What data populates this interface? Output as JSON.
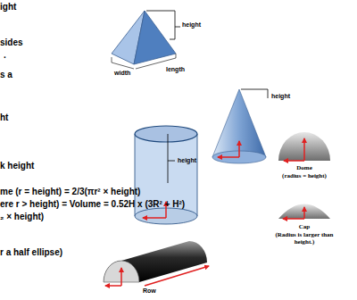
{
  "diagram": {
    "labels": [
      "ight",
      "height",
      "sides",
      ".",
      "width",
      "length",
      "s a",
      "height",
      "ht",
      "height",
      "k height",
      "Dome",
      "(radius = height)",
      "me (r = height) = 2/3(πr² × height)",
      "ere r > height) = Volume = 0.52H x (3R² + H²)",
      "₂ × height)",
      "Cap",
      "(Radius is larger than height.)",
      "r a half ellipse)",
      "Row"
    ]
  }
}
